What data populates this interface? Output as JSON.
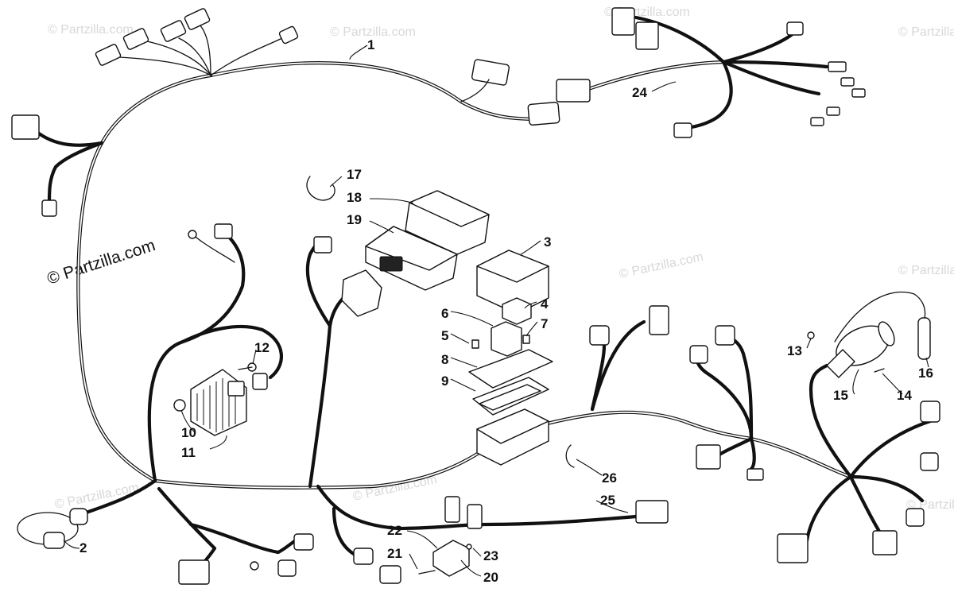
{
  "watermark_main": "© Partzilla.com",
  "watermarks": [
    "© Partzilla.com",
    "© Partzilla.com",
    "© Partzilla.com",
    "© Partzilla.com",
    "© Partzilla.com",
    "© Partzilla.com",
    "© Partzilla.com",
    "© Partzilla.com",
    "© Partzilla.com"
  ],
  "callouts": [
    "1",
    "2",
    "3",
    "4",
    "5",
    "6",
    "7",
    "8",
    "9",
    "10",
    "11",
    "12",
    "13",
    "14",
    "15",
    "16",
    "17",
    "18",
    "19",
    "20",
    "21",
    "22",
    "23",
    "24",
    "25",
    "26"
  ]
}
